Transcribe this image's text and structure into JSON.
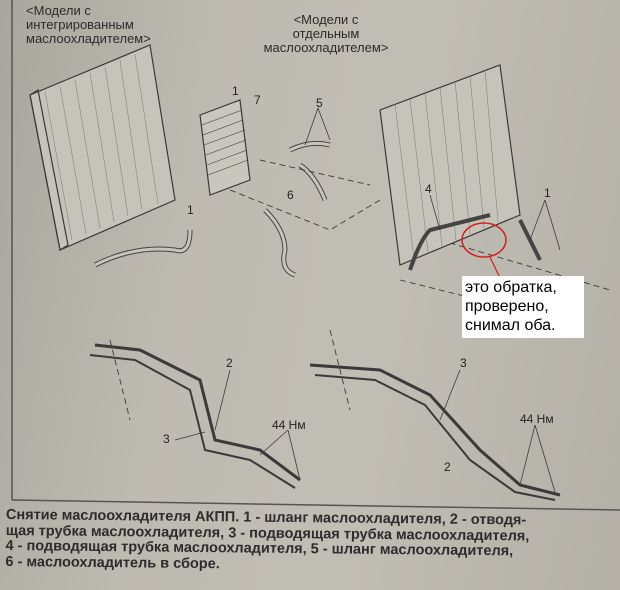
{
  "headers": {
    "integrated": [
      "<Модели с",
      "интегрированным",
      "маслоохладителем>"
    ],
    "separate": [
      "<Модели с",
      "отдельным",
      "маслоохладителем>"
    ]
  },
  "callouts": {
    "left_1_top": "1",
    "left_7": "7",
    "left_5": "5",
    "left_6": "6",
    "left_1": "1",
    "right_4": "4",
    "right_1": "1",
    "left_2": "2",
    "left_3": "3",
    "left_torque": "44 Нм",
    "right_3": "3",
    "right_2": "2",
    "right_torque": "44 Нм"
  },
  "annotation": {
    "lines": [
      "это обратка,",
      "проверено,",
      "снимал оба."
    ],
    "circle_color": "#d42020"
  },
  "caption": {
    "lines": [
      "Снятие маслоохладителя АКПП. 1 - шланг маслоохладителя, 2 - отводя-",
      "щая трубка маслоохладителя, 3 - подводящая трубка маслоохладителя,",
      "4 - подводящая трубка маслоохладителя, 5 - шланг маслоохладителя,",
      "6 - маслоохладитель в сборе."
    ]
  }
}
